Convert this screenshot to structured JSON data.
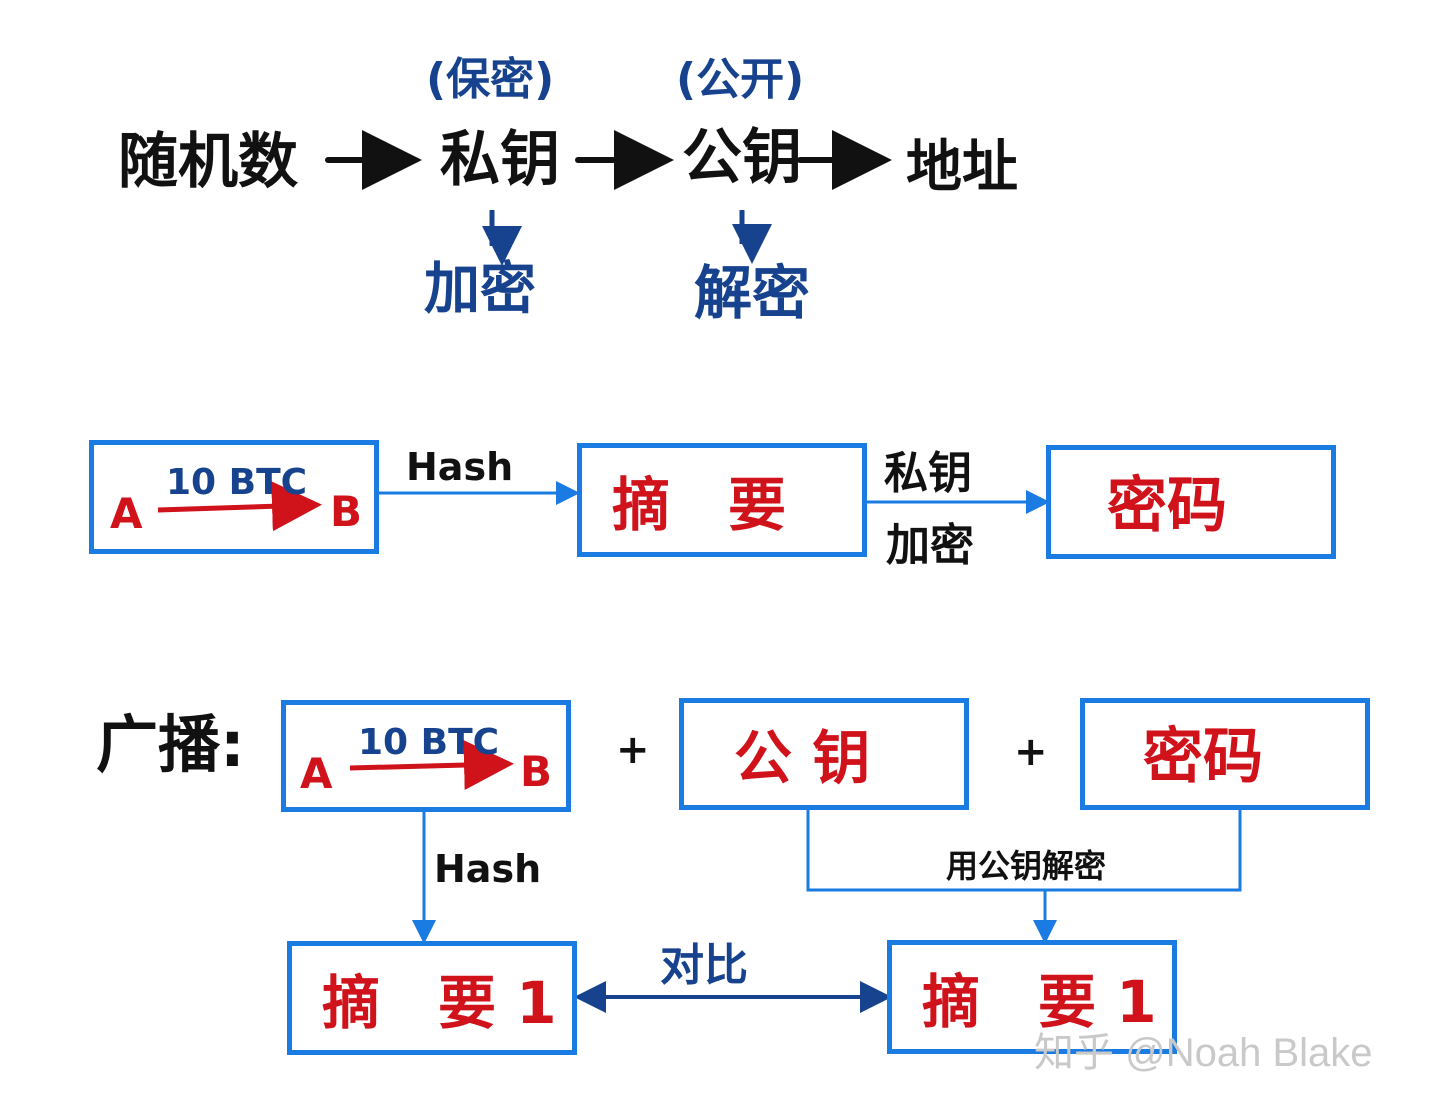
{
  "flow": {
    "random": "随机数",
    "private_key": "私钥",
    "public_key": "公钥",
    "address": "地址",
    "private_note": "(保密)",
    "public_note": "(公开)",
    "encrypt": "加密",
    "decrypt": "解密"
  },
  "signing": {
    "tx_from": "A",
    "tx_amount": "10 BTC",
    "tx_to": "B",
    "hash_label": "Hash",
    "digest": "摘　要",
    "edge_line1": "私钥",
    "edge_line2": "加密",
    "cipher": "密码"
  },
  "broadcast": {
    "label": "广播:",
    "tx_from": "A",
    "tx_amount": "10 BTC",
    "tx_to": "B",
    "plus1": "+",
    "public_key": "公 钥",
    "plus2": "+",
    "cipher": "密码",
    "hash_label": "Hash",
    "decrypt_note": "用公钥解密",
    "compare": "对比",
    "digest_left": "摘　要 1",
    "digest_right": "摘　要 1"
  },
  "watermark": "知乎 @Noah Blake",
  "colors": {
    "box_border": "#1a7be2",
    "text_red": "#d0121b",
    "text_navy": "#17428e",
    "text_black": "#111111"
  }
}
